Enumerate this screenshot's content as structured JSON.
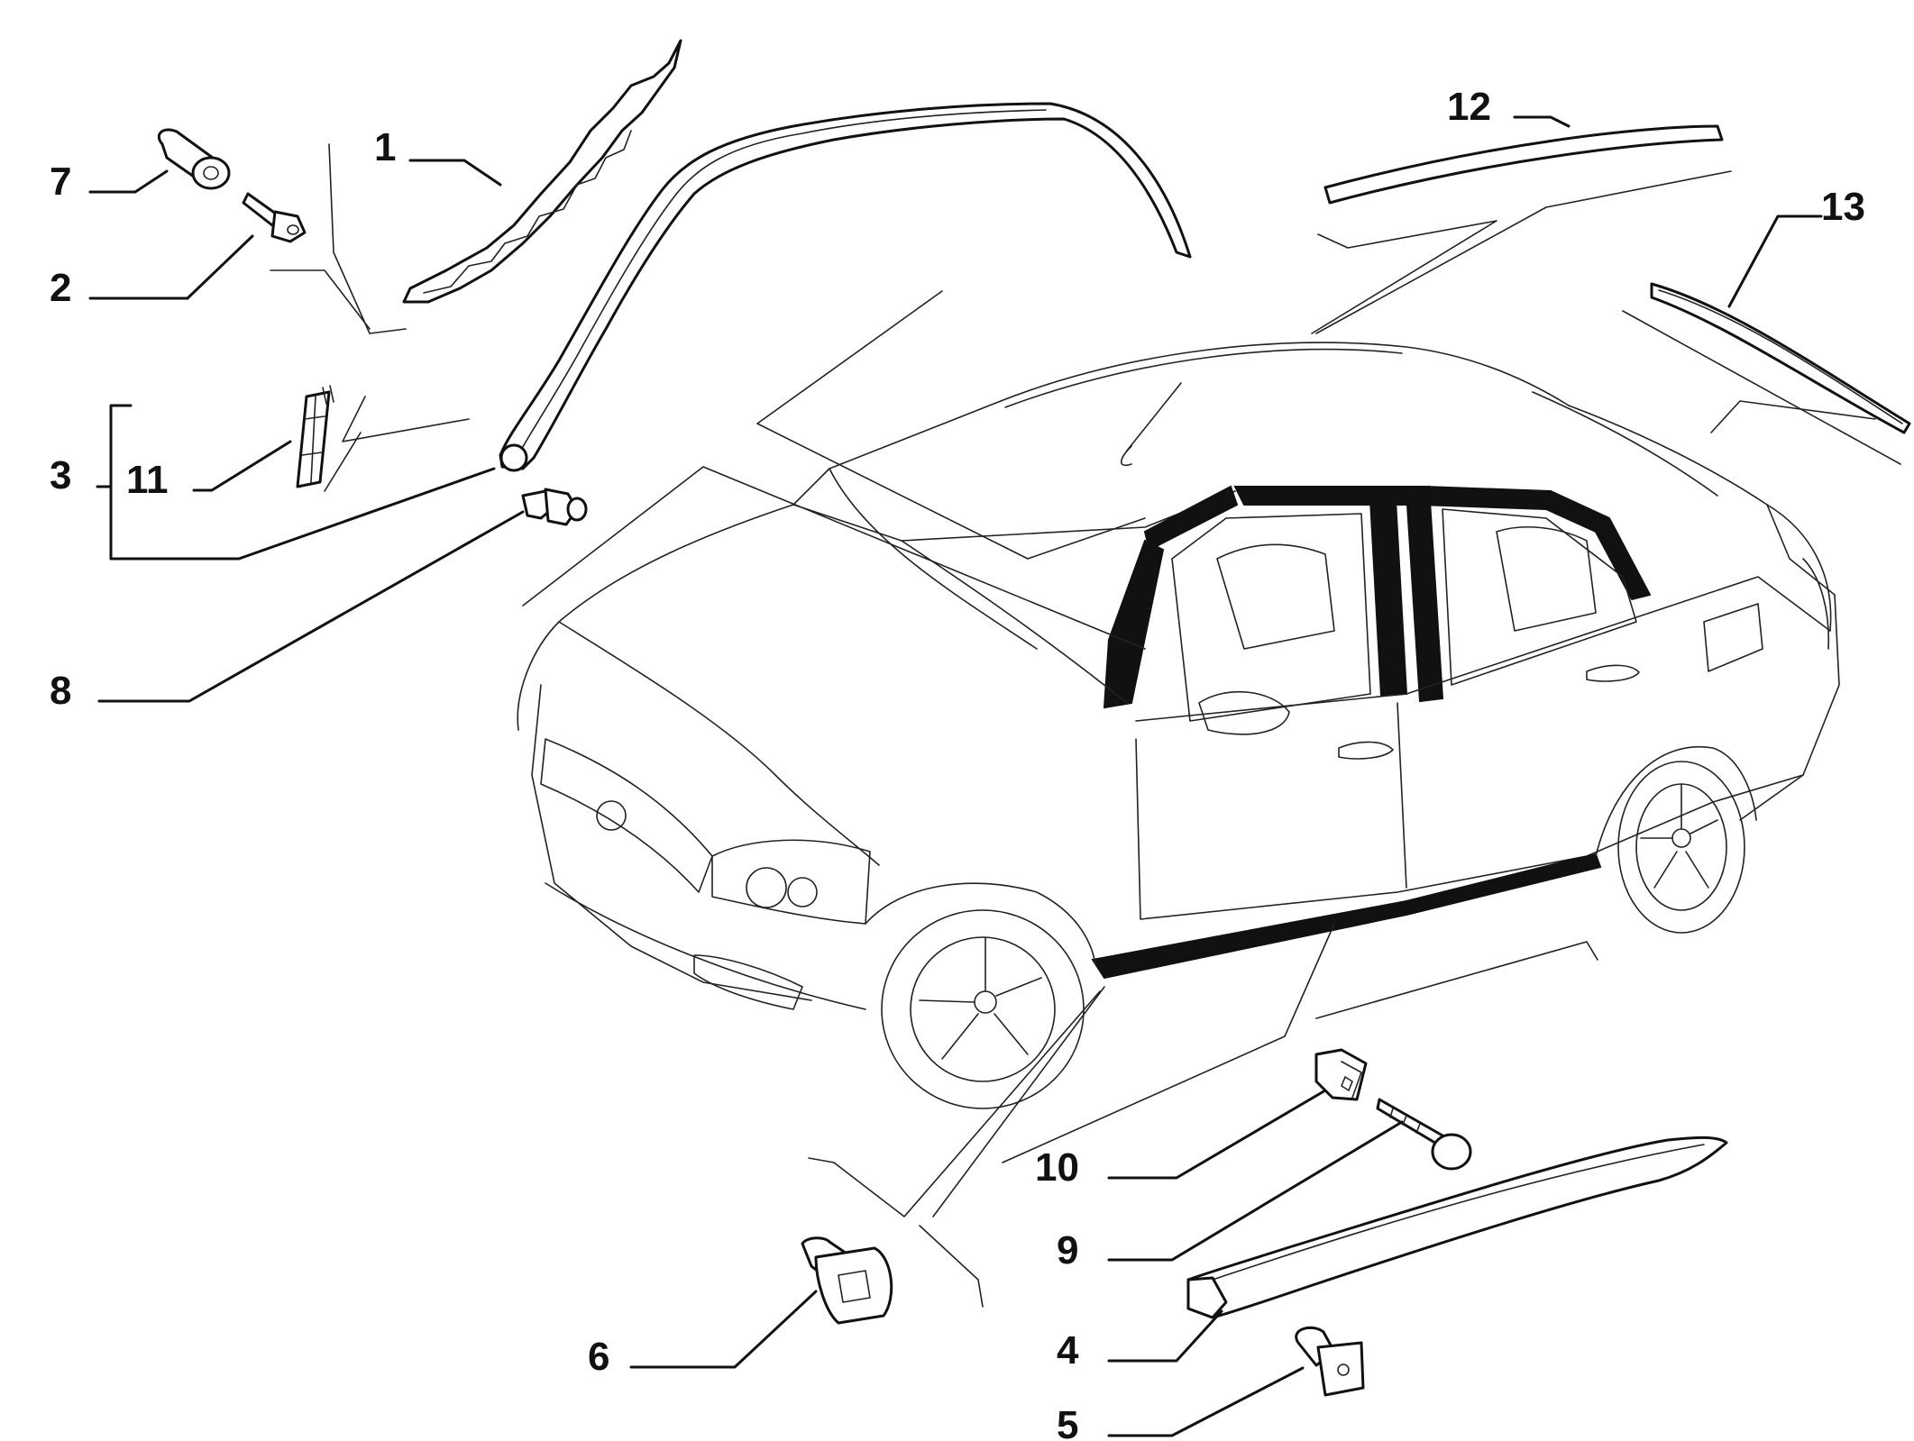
{
  "diagram": {
    "callouts": [
      {
        "id": "1",
        "label": "1"
      },
      {
        "id": "2",
        "label": "2"
      },
      {
        "id": "3",
        "label": "3"
      },
      {
        "id": "4",
        "label": "4"
      },
      {
        "id": "5",
        "label": "5"
      },
      {
        "id": "6",
        "label": "6"
      },
      {
        "id": "7",
        "label": "7"
      },
      {
        "id": "8",
        "label": "8"
      },
      {
        "id": "9",
        "label": "9"
      },
      {
        "id": "10",
        "label": "10"
      },
      {
        "id": "11",
        "label": "11"
      },
      {
        "id": "12",
        "label": "12"
      },
      {
        "id": "13",
        "label": "13"
      }
    ],
    "icons": {
      "car": "sedan-car-icon",
      "grille_logo": "brand-badge-icon"
    },
    "colors": {
      "line": "#111111",
      "background": "#ffffff"
    }
  }
}
